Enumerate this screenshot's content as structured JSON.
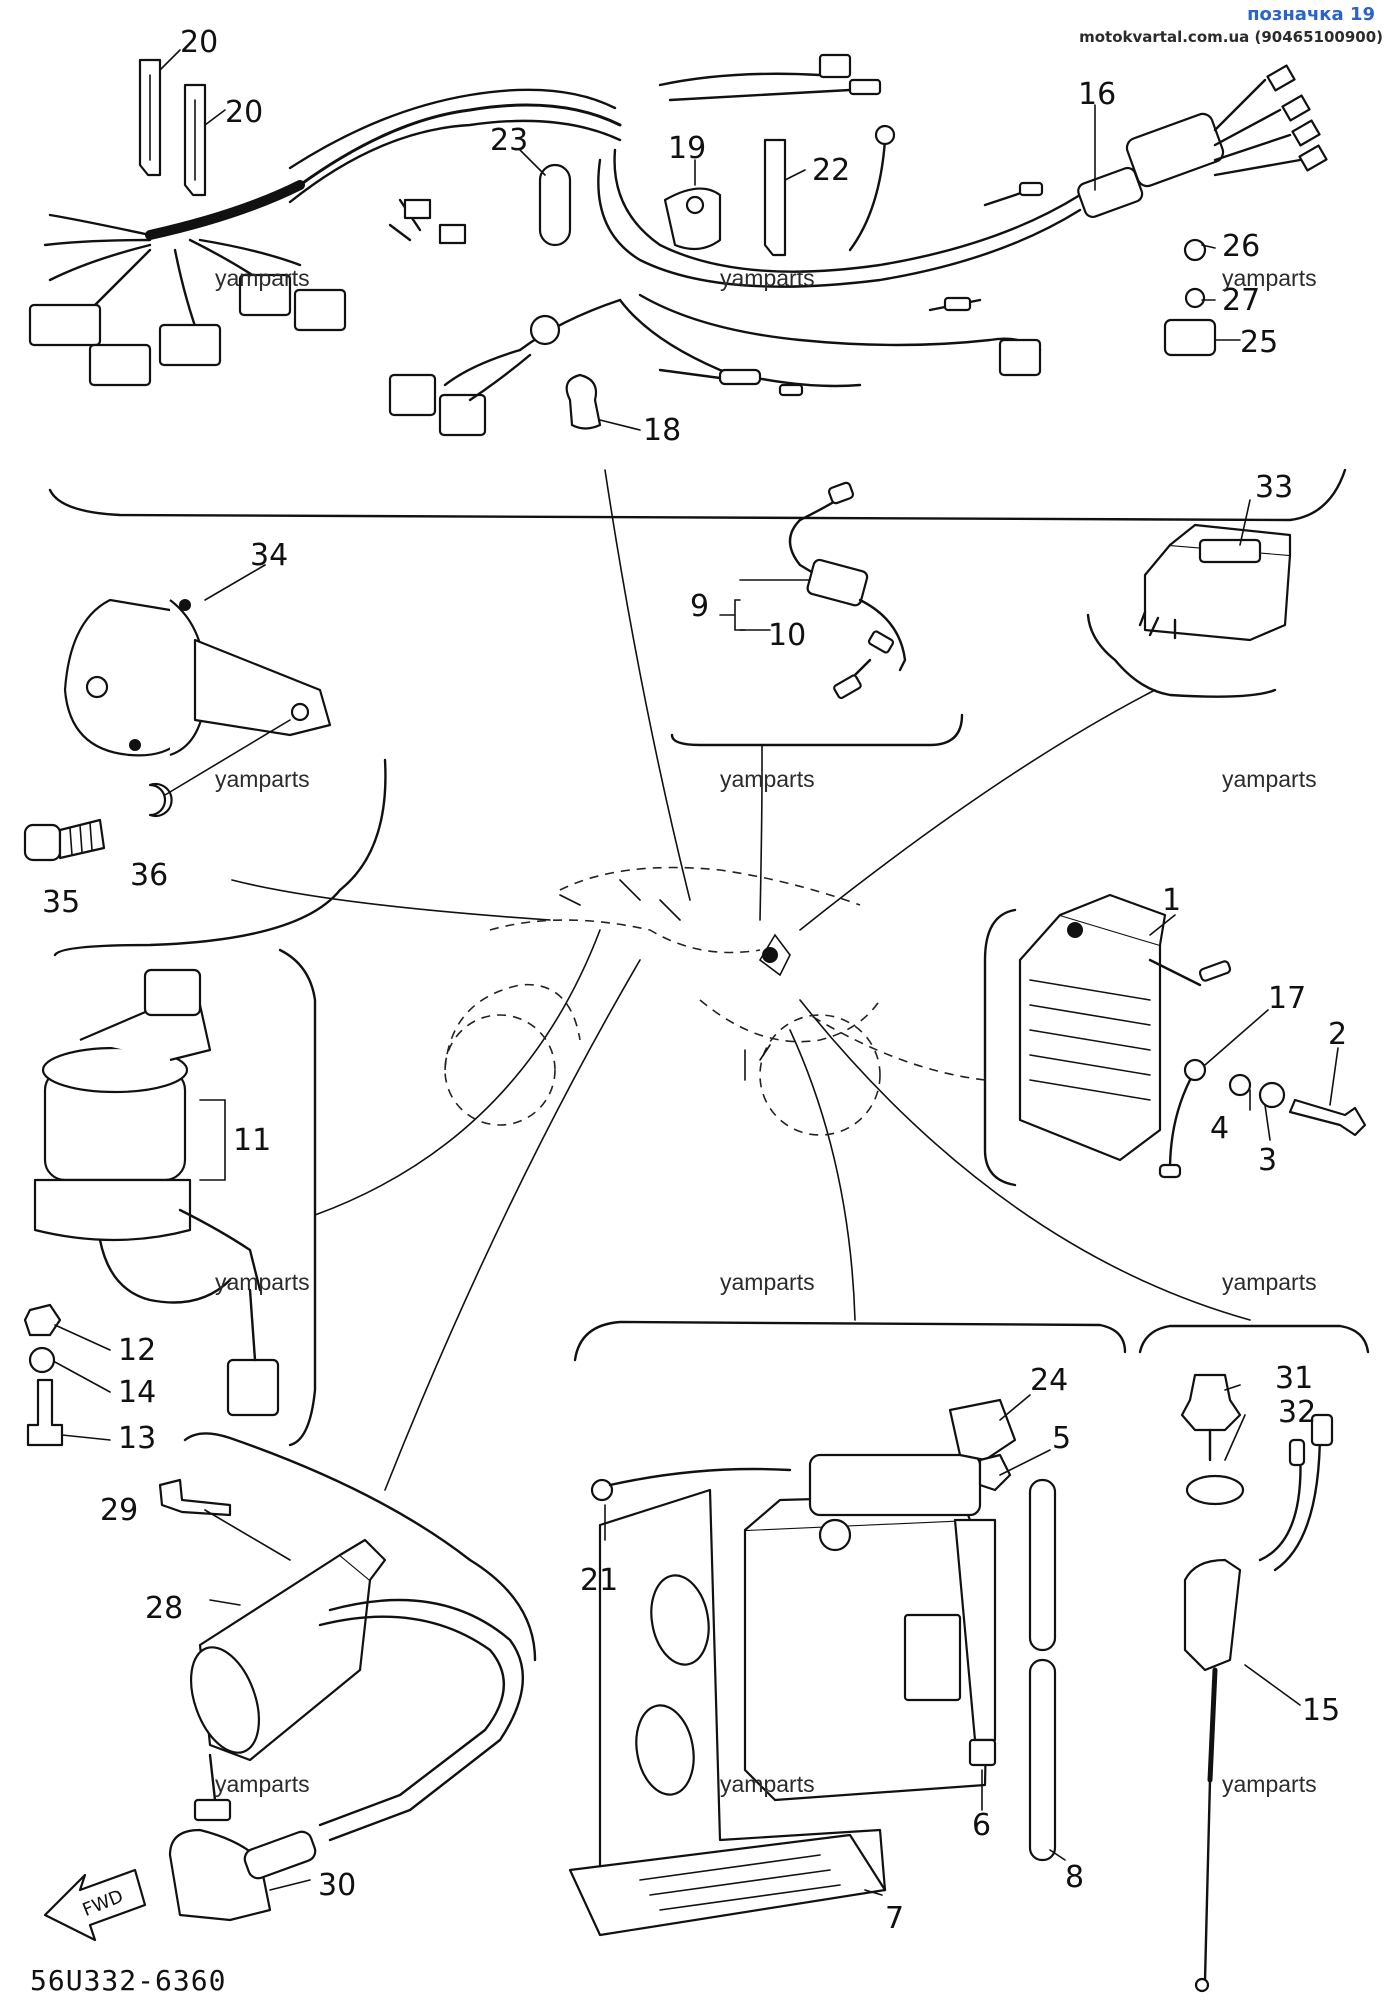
{
  "header": {
    "title": "позначка 19",
    "source": "motokvartal.com.ua (90465100900)"
  },
  "watermark": "yamparts",
  "diagram_code": "56U332-6360",
  "fwd_arrow_text": "FWD",
  "part_labels": {
    "p1": "1",
    "p2": "2",
    "p3": "3",
    "p4": "4",
    "p5": "5",
    "p6": "6",
    "p7": "7",
    "p8": "8",
    "p9": "9",
    "p10": "10",
    "p11": "11",
    "p12": "12",
    "p13": "13",
    "p14": "14",
    "p15": "15",
    "p16": "16",
    "p17": "17",
    "p18": "18",
    "p19": "19",
    "p20a": "20",
    "p20b": "20",
    "p21": "21",
    "p22": "22",
    "p23": "23",
    "p24": "24",
    "p25": "25",
    "p26": "26",
    "p27": "27",
    "p28": "28",
    "p29": "29",
    "p30": "30",
    "p31": "31",
    "p32": "32",
    "p33": "33",
    "p34": "34",
    "p35": "35",
    "p36": "36"
  }
}
